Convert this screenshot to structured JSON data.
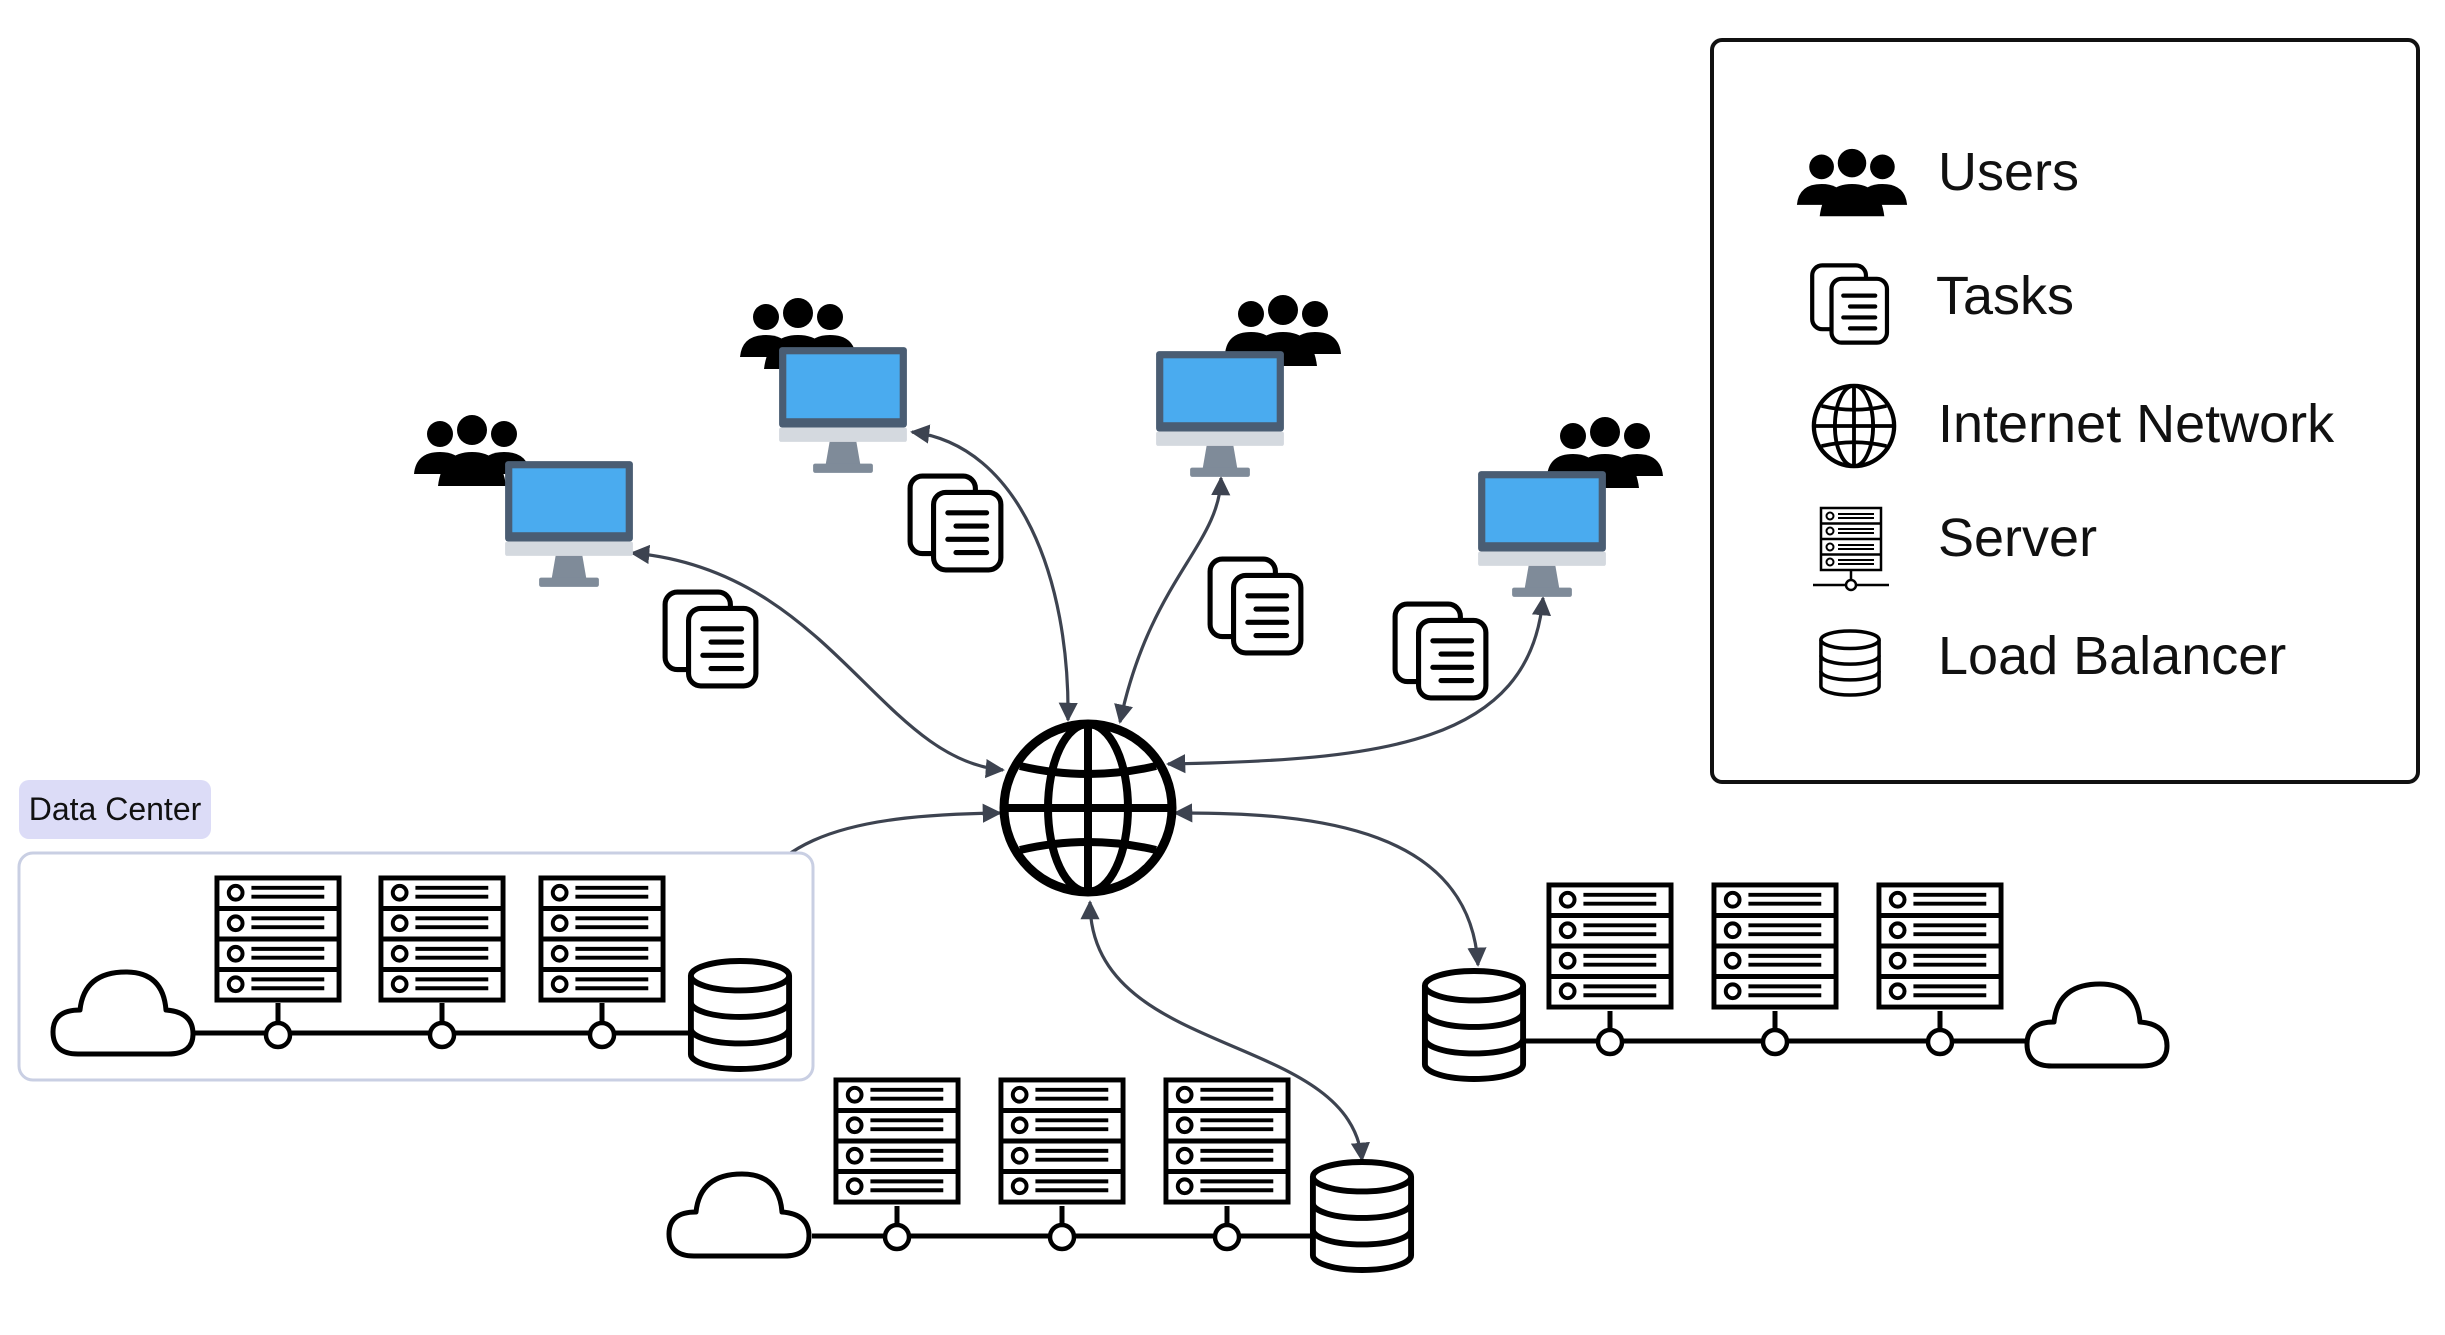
{
  "legend": {
    "items": [
      {
        "icon": "users-icon",
        "label": "Users"
      },
      {
        "icon": "tasks-icon",
        "label": "Tasks"
      },
      {
        "icon": "globe-icon",
        "label": "Internet Network"
      },
      {
        "icon": "server-icon",
        "label": "Server"
      },
      {
        "icon": "database-icon",
        "label": "Load Balancer"
      }
    ]
  },
  "data_center": {
    "label": "Data Center"
  },
  "colors": {
    "screen": "#4aabef",
    "monitor_frame": "#4a5d73",
    "monitor_chin": "#d4d9df",
    "monitor_stand": "#7f8b99",
    "data_center_badge": "#dcdcf7",
    "data_center_border": "#c9cfe3",
    "edge": "#3d4350",
    "ink": "#111111"
  }
}
